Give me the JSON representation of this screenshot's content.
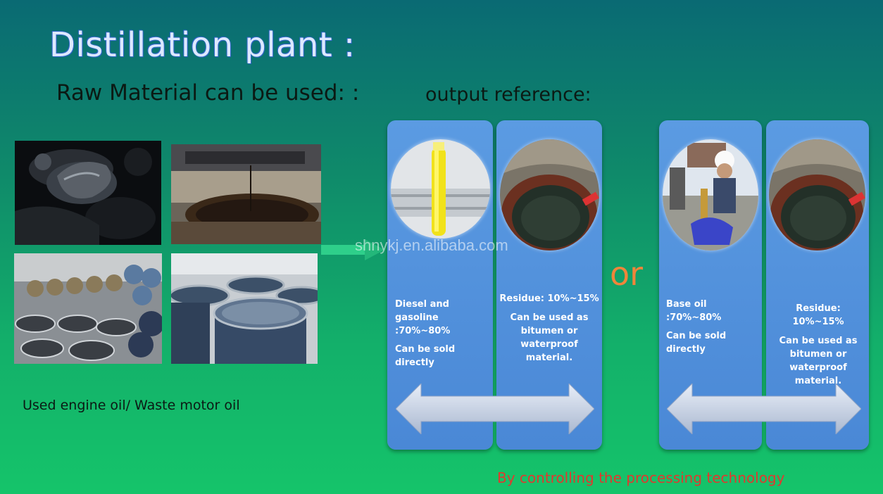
{
  "slide": {
    "title": "Distillation plant :",
    "raw_material_heading": "Raw Material can be used: :",
    "output_heading": "output reference:",
    "raw_caption": "Used engine oil/ Waste motor oil",
    "or_label": "or",
    "watermark": "shnykj.en.alibaba.com",
    "footer_note": "By controlling the processing technology"
  },
  "outputs": [
    {
      "line1": "Diesel and",
      "line2": "gasoline :70%~80%",
      "line3": "Can be sold directly"
    },
    {
      "line1": "Residue: 10%~15%",
      "line2": "Can be  used as",
      "line3": "bitumen or",
      "line4": "waterproof",
      "line5": "material."
    },
    {
      "line1": "Base oil :70%~80%",
      "line2": "Can be sold directly"
    },
    {
      "line1": "Residue: 10%~15%",
      "line2": "Can be  used as",
      "line3": "bitumen or",
      "line4": "waterproof",
      "line5": "material."
    }
  ],
  "colors": {
    "card": "#4a88d6",
    "or_text": "#f0853a",
    "note_text": "#e0392e",
    "title_text": "#dde9ff"
  }
}
